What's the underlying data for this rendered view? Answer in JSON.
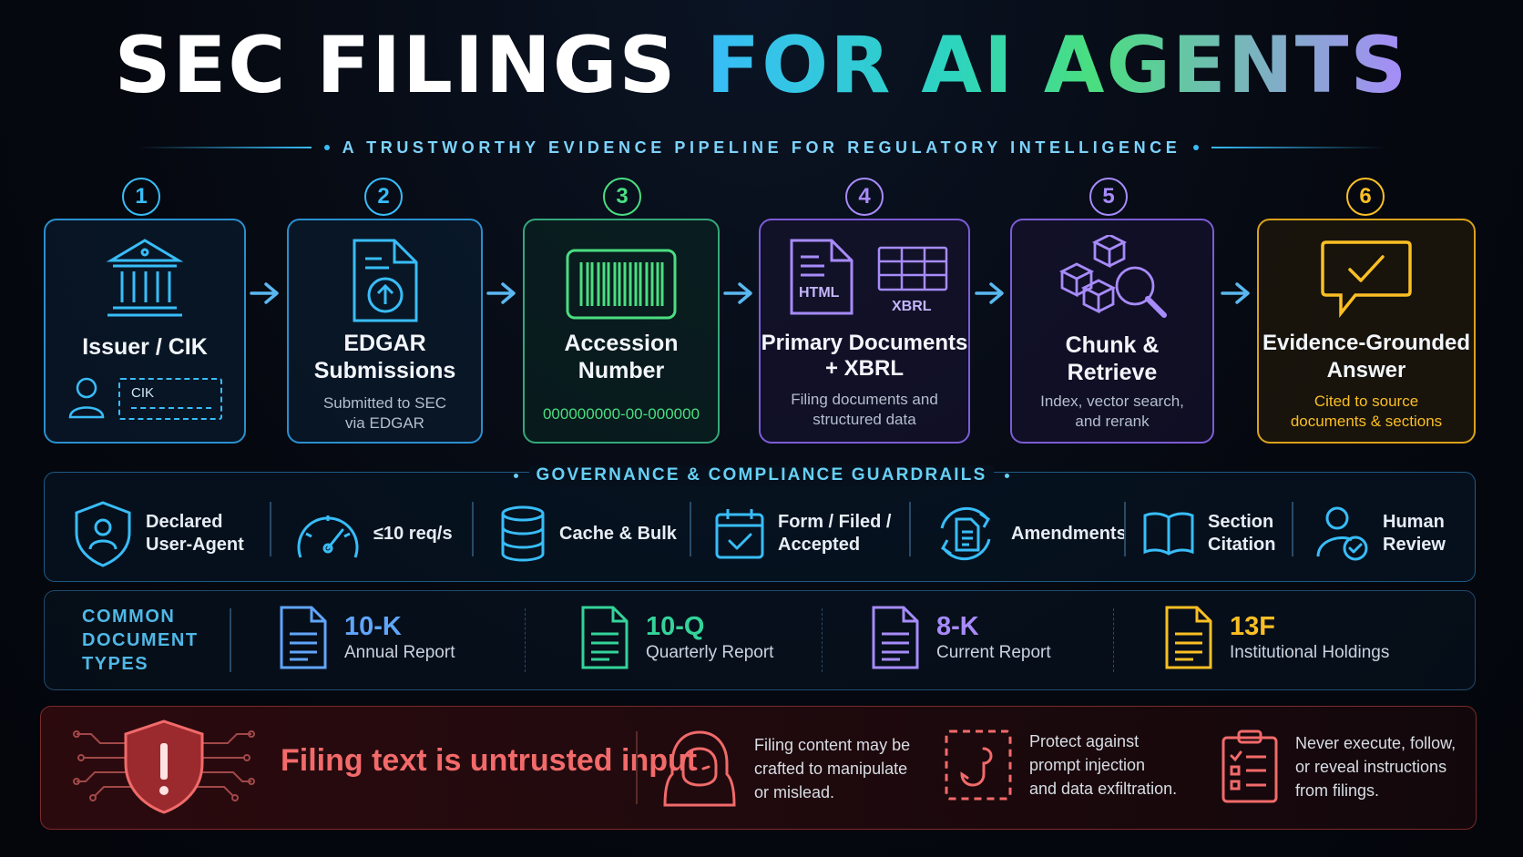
{
  "header": {
    "title_part1": "SEC FILINGS",
    "title_part2": "FOR AI AGENTS",
    "subtitle": "A TRUSTWORTHY EVIDENCE PIPELINE FOR REGULATORY INTELLIGENCE"
  },
  "steps": [
    {
      "num": "1",
      "label_line1": "Issuer / CIK",
      "field": "CIK",
      "color": "#38bdf8",
      "icon": "bank-icon"
    },
    {
      "num": "2",
      "label_line1": "EDGAR",
      "label_line2": "Submissions",
      "desc_line1": "Submitted to SEC",
      "desc_line2": "via EDGAR",
      "color": "#38bdf8",
      "icon": "upload-document-icon"
    },
    {
      "num": "3",
      "label_line1": "Accession",
      "label_line2": "Number",
      "code": "000000000-00-000000",
      "color": "#4ade80",
      "icon": "barcode-icon"
    },
    {
      "num": "4",
      "label_line1": "Primary Documents",
      "label_line2": "+ XBRL",
      "desc_line1": "Filing documents and",
      "desc_line2": "structured data",
      "html_tag": "HTML",
      "xbrl_tag": "XBRL",
      "color": "#a78bfa",
      "icon": "html-xbrl-icon"
    },
    {
      "num": "5",
      "label_line1": "Chunk &",
      "label_line2": "Retrieve",
      "desc_line1": "Index, vector search,",
      "desc_line2": "and rerank",
      "color": "#a78bfa",
      "icon": "cubes-search-icon"
    },
    {
      "num": "6",
      "label_line1": "Evidence-Grounded",
      "label_line2": "Answer",
      "desc_line1": "Cited to source",
      "desc_line2": "documents & sections",
      "color": "#fbbf24",
      "icon": "chat-check-icon"
    }
  ],
  "governance": {
    "title": "GOVERNANCE & COMPLIANCE GUARDRAILS",
    "items": [
      {
        "line1": "Declared",
        "line2": "User-Agent",
        "icon": "shield-user-icon"
      },
      {
        "line1": "≤10 req/s",
        "icon": "gauge-icon"
      },
      {
        "line1": "Cache & Bulk",
        "icon": "database-icon"
      },
      {
        "line1": "Form / Filed /",
        "line2": "Accepted",
        "icon": "calendar-check-icon"
      },
      {
        "line1": "Amendments",
        "icon": "refresh-document-icon"
      },
      {
        "line1": "Section",
        "line2": "Citation",
        "icon": "book-icon"
      },
      {
        "line1": "Human",
        "line2": "Review",
        "icon": "user-check-icon"
      }
    ]
  },
  "documents": {
    "title_line1": "COMMON",
    "title_line2": "DOCUMENT",
    "title_line3": "TYPES",
    "items": [
      {
        "code": "10-K",
        "name": "Annual Report",
        "color": "#60a5fa"
      },
      {
        "code": "10-Q",
        "name": "Quarterly Report",
        "color": "#34d399"
      },
      {
        "code": "8-K",
        "name": "Current Report",
        "color": "#a78bfa"
      },
      {
        "code": "13F",
        "name": "Institutional Holdings",
        "color": "#fbbf24"
      }
    ]
  },
  "security": {
    "headline": "Filing text is untrusted input",
    "items": [
      {
        "line1": "Filing content may be",
        "line2": "crafted to manipulate",
        "line3": "or mislead.",
        "icon": "hooded-figure-icon"
      },
      {
        "line1": "Protect against",
        "line2": "prompt injection",
        "line3": "and data exfiltration.",
        "icon": "phishing-hook-icon"
      },
      {
        "line1": "Never execute, follow,",
        "line2": "or reveal instructions",
        "line3": "from filings.",
        "icon": "checklist-icon"
      }
    ],
    "color": "#f26a6a"
  }
}
